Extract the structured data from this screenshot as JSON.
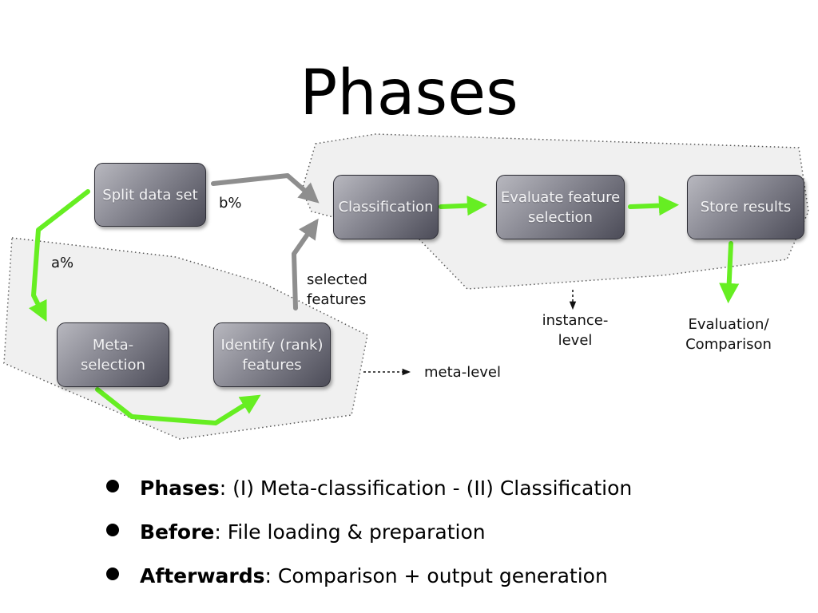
{
  "title": "Phases",
  "nodes": {
    "split": [
      "Split data set"
    ],
    "classification": [
      "Classification"
    ],
    "evaluate": [
      "Evaluate feature",
      "selection"
    ],
    "store": [
      "Store results"
    ],
    "meta_selection": [
      "Meta-",
      "selection"
    ],
    "identify": [
      "Identify (rank)",
      "features"
    ]
  },
  "labels": {
    "b_pct": "b%",
    "a_pct": "a%",
    "selected_features": [
      "selected",
      "features"
    ],
    "instance_level": [
      "instance-",
      "level"
    ],
    "evaluation_comparison": [
      "Evaluation/",
      "Comparison"
    ],
    "meta_level": "meta-level"
  },
  "bullets": [
    {
      "term": "Phases",
      "text": ": (I) Meta-classification - (II) Classification"
    },
    {
      "term": "Before",
      "text": ": File loading & preparation"
    },
    {
      "term": "Afterwards",
      "text": ": Comparison + output generation"
    }
  ],
  "colors": {
    "green_arrow": "#66ee22",
    "gray_arrow": "#8e8e8e",
    "region_fill": "#f0f0f0",
    "region_border": "#555555"
  }
}
